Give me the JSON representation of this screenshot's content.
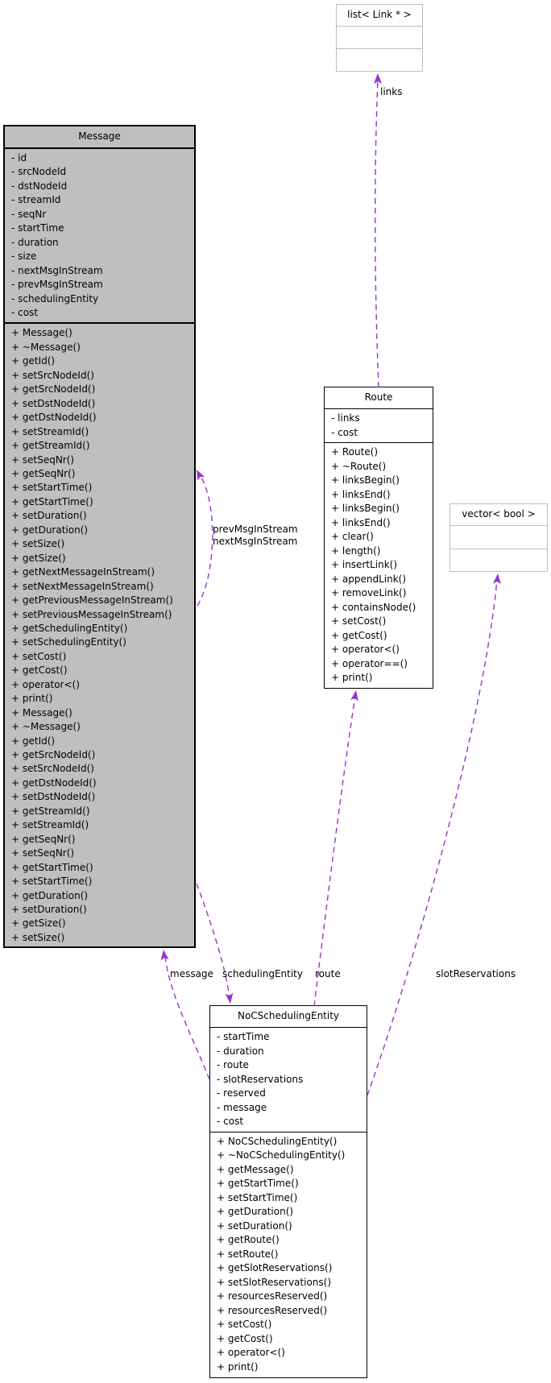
{
  "colors": {
    "edge": "#9932CC",
    "highlight_fill": "#BFBFBF",
    "template_border": "#BEBEBE"
  },
  "classes": {
    "list_link_ptr": {
      "title": "list< Link * >",
      "fields": [],
      "methods": []
    },
    "message": {
      "title": "Message",
      "fields": [
        "- id",
        "- srcNodeId",
        "- dstNodeId",
        "- streamId",
        "- seqNr",
        "- startTime",
        "- duration",
        "- size",
        "- nextMsgInStream",
        "- prevMsgInStream",
        "- schedulingEntity",
        "- cost"
      ],
      "methods": [
        "+ Message()",
        "+ ~Message()",
        "+ getId()",
        "+ setSrcNodeId()",
        "+ getSrcNodeId()",
        "+ setDstNodeId()",
        "+ getDstNodeId()",
        "+ setStreamId()",
        "+ getStreamId()",
        "+ setSeqNr()",
        "+ getSeqNr()",
        "+ setStartTime()",
        "+ getStartTime()",
        "+ setDuration()",
        "+ getDuration()",
        "+ setSize()",
        "+ getSize()",
        "+ getNextMessageInStream()",
        "+ setNextMessageInStream()",
        "+ getPreviousMessageInStream()",
        "+ setPreviousMessageInStream()",
        "+ getSchedulingEntity()",
        "+ setSchedulingEntity()",
        "+ setCost()",
        "+ getCost()",
        "+ operator<()",
        "+ print()",
        "+ Message()",
        "+ ~Message()",
        "+ getId()",
        "+ getSrcNodeId()",
        "+ setSrcNodeId()",
        "+ getDstNodeId()",
        "+ setDstNodeId()",
        "+ getStreamId()",
        "+ setStreamId()",
        "+ getSeqNr()",
        "+ setSeqNr()",
        "+ getStartTime()",
        "+ setStartTime()",
        "+ getDuration()",
        "+ setDuration()",
        "+ getSize()",
        "+ setSize()"
      ]
    },
    "route": {
      "title": "Route",
      "fields": [
        "- links",
        "- cost"
      ],
      "methods": [
        "+ Route()",
        "+ ~Route()",
        "+ linksBegin()",
        "+ linksEnd()",
        "+ linksBegin()",
        "+ linksEnd()",
        "+ clear()",
        "+ length()",
        "+ insertLink()",
        "+ appendLink()",
        "+ removeLink()",
        "+ containsNode()",
        "+ setCost()",
        "+ getCost()",
        "+ operator<()",
        "+ operator==()",
        "+ print()"
      ]
    },
    "vector_bool": {
      "title": "vector< bool >",
      "fields": [],
      "methods": []
    },
    "noc_scheduling_entity": {
      "title": "NoCSchedulingEntity",
      "fields": [
        "- startTime",
        "- duration",
        "- route",
        "- slotReservations",
        "- reserved",
        "- message",
        "- cost"
      ],
      "methods": [
        "+ NoCSchedulingEntity()",
        "+ ~NoCSchedulingEntity()",
        "+ getMessage()",
        "+ getStartTime()",
        "+ setStartTime()",
        "+ getDuration()",
        "+ setDuration()",
        "+ getRoute()",
        "+ setRoute()",
        "+ getSlotReservations()",
        "+ setSlotReservations()",
        "+ resourcesReserved()",
        "+ resourcesReserved()",
        "+ setCost()",
        "+ getCost()",
        "+ operator<()",
        "+ print()"
      ]
    }
  },
  "edges": {
    "links": {
      "label": "links"
    },
    "msg_self_loop": {
      "label_line1": "prevMsgInStream",
      "label_line2": "nextMsgInStream"
    },
    "message": {
      "label": "message"
    },
    "scheduling_entity": {
      "label": "schedulingEntity"
    },
    "route": {
      "label": "route"
    },
    "slot_reservations": {
      "label": "slotReservations"
    }
  }
}
